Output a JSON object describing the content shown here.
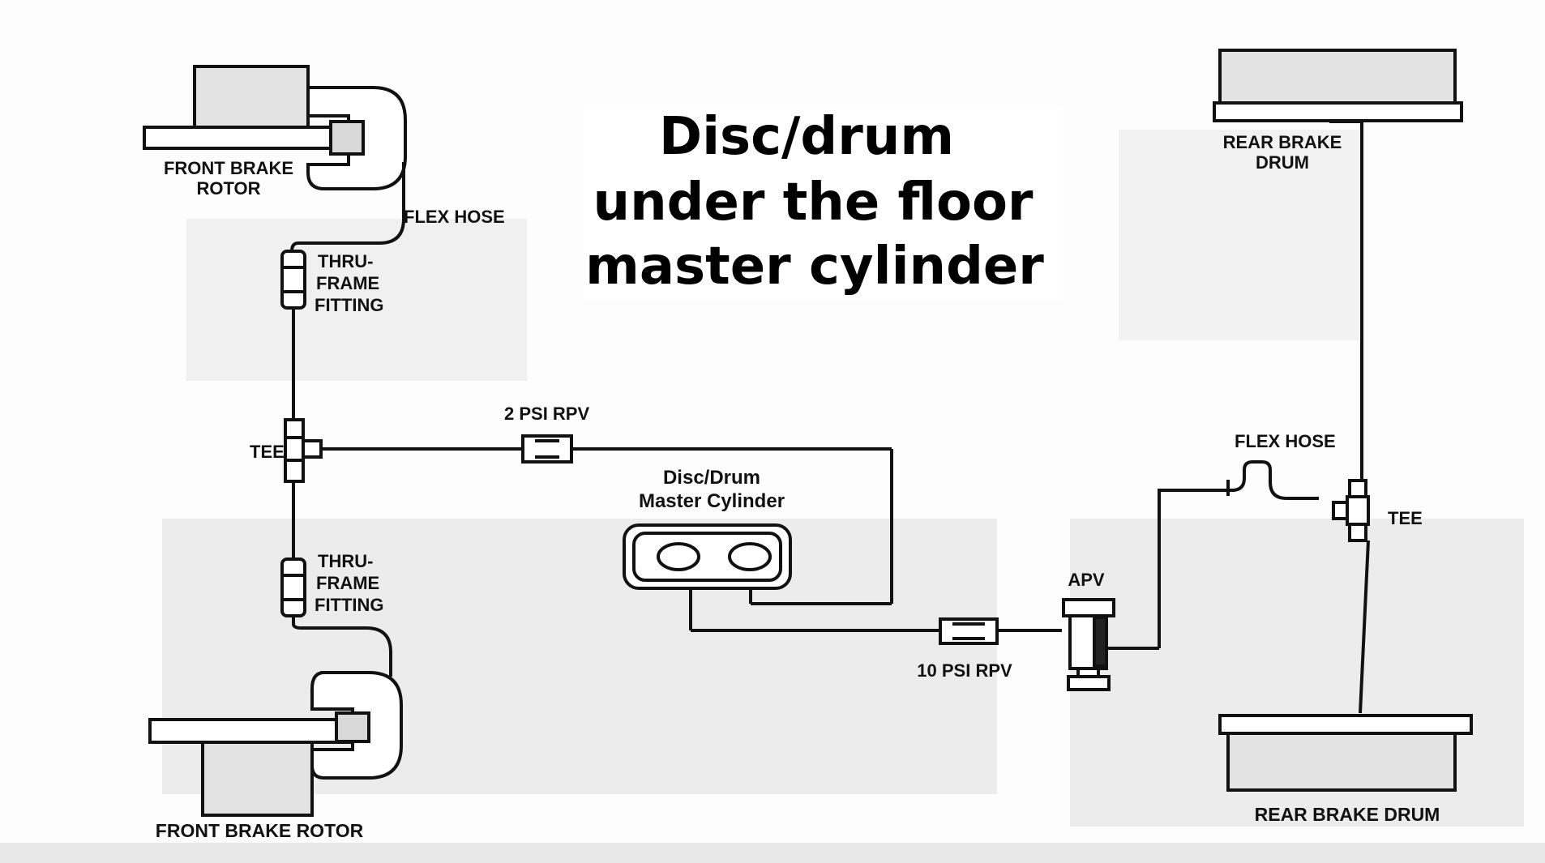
{
  "title": {
    "line1": "Disc/drum",
    "line2": "under the floor",
    "line3": "master cylinder"
  },
  "labels": {
    "front_rotor_top_1": "FRONT BRAKE",
    "front_rotor_top_2": "ROTOR",
    "flex_hose_left": "FLEX HOSE",
    "thru_frame_top_1": "THRU-",
    "thru_frame_top_2": "FRAME",
    "thru_frame_top_3": "FITTING",
    "tee_left": "TEE",
    "rpv_2psi": "2 PSI RPV",
    "master_1": "Disc/Drum",
    "master_2": "Master Cylinder",
    "thru_frame_bottom_1": "THRU-",
    "thru_frame_bottom_2": "FRAME",
    "thru_frame_bottom_3": "FITTING",
    "front_rotor_bottom": "FRONT BRAKE ROTOR",
    "rpv_10psi": "10 PSI RPV",
    "apv": "APV",
    "flex_hose_right": "FLEX HOSE",
    "tee_right": "TEE",
    "rear_drum_top_1": "REAR BRAKE",
    "rear_drum_top_2": "DRUM",
    "rear_drum_bottom": "REAR BRAKE DRUM"
  },
  "colors": {
    "line": "#111111",
    "paper": "#fdfdfd",
    "shade": "#d9d9d9",
    "ghost": "#e4e4e4"
  }
}
